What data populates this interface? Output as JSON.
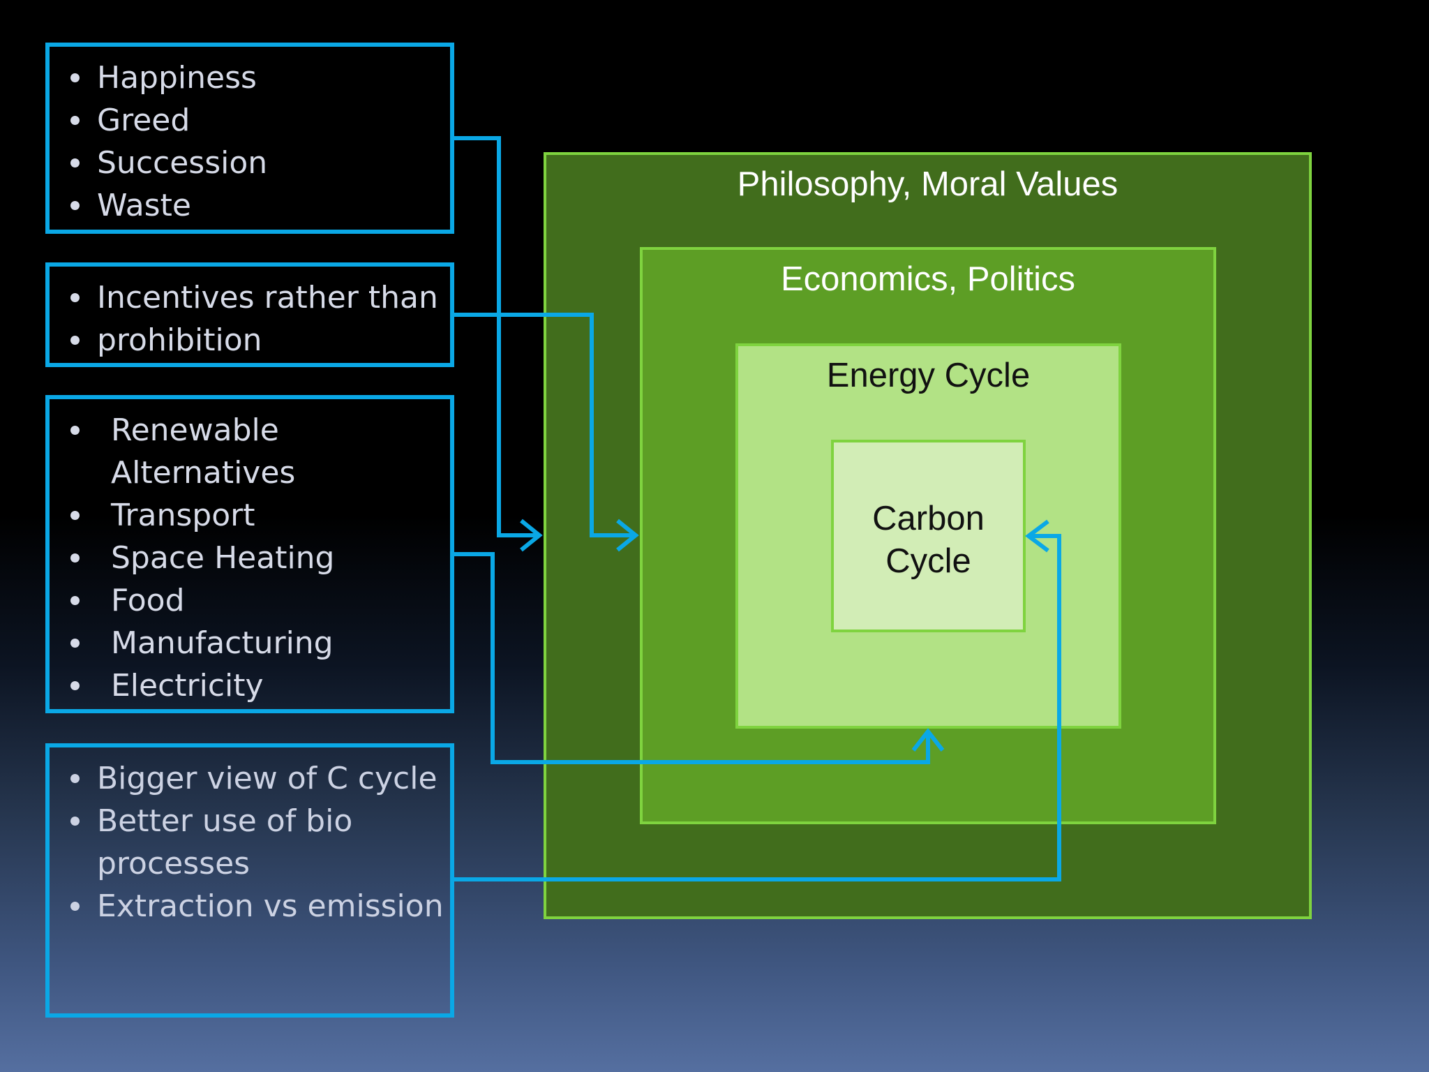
{
  "boxes": {
    "drivers": [
      "Happiness",
      "Greed",
      "Succession",
      "Waste"
    ],
    "policy": [
      "Incentives rather than",
      "prohibition"
    ],
    "energy_uses": [
      "Renewable\nAlternatives",
      "Transport",
      "Space Heating",
      "Food",
      "Manufacturing",
      "Electricity"
    ],
    "carbon_views": [
      "Bigger view of C cycle",
      "Better use of bio\nprocesses",
      "Extraction vs emission"
    ]
  },
  "layers": {
    "outer": "Philosophy, Moral Values",
    "second": "Economics, Politics",
    "third": "Energy Cycle",
    "inner": "Carbon\nCycle"
  },
  "colors": {
    "box_border": "#0aa8e6",
    "arrow": "#0aa8e6",
    "layer_outer": "#416d1c",
    "layer_second": "#5d9e25",
    "layer_third": "#b2e285",
    "layer_inner": "#d2edb6",
    "layer_border": "#7fd33f"
  }
}
